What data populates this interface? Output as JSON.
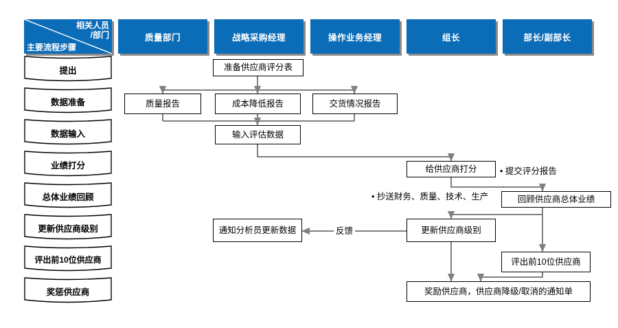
{
  "header": {
    "corner": {
      "top_right": "相关人员\n/部门",
      "bottom_left": "主要流程步骤"
    },
    "lanes": [
      {
        "label": "质量部门"
      },
      {
        "label": "战略采购经理"
      },
      {
        "label": "操作业务经理"
      },
      {
        "label": "组长"
      },
      {
        "label": "部长/副部长"
      }
    ],
    "accent_color": "#0B6CB8",
    "shadow_color": "#8A8A8A"
  },
  "steps": [
    {
      "label": "提出"
    },
    {
      "label": "数据准备"
    },
    {
      "label": "数据输入"
    },
    {
      "label": "业绩打分"
    },
    {
      "label": "总体业绩回顾"
    },
    {
      "label": "更新供应商级别"
    },
    {
      "label": "评出前10位供应商"
    },
    {
      "label": "奖惩供应商"
    }
  ],
  "nodes": [
    {
      "id": "prepare_form",
      "label": "准备供应商评分表"
    },
    {
      "id": "quality_report",
      "label": "质量报告"
    },
    {
      "id": "cost_report",
      "label": "成本降低报告"
    },
    {
      "id": "delivery_report",
      "label": "交货情况报告"
    },
    {
      "id": "input_data",
      "label": "输入评估数据"
    },
    {
      "id": "score_supplier",
      "label": "给供应商打分"
    },
    {
      "id": "review_overall",
      "label": "回顾供应商总体业绩"
    },
    {
      "id": "notify_analyst",
      "label": "通知分析员更新数据"
    },
    {
      "id": "update_grade",
      "label": "更新供应商级别"
    },
    {
      "id": "top10",
      "label": "评出前10位供应商"
    },
    {
      "id": "award_notice",
      "label": "奖励供应商，供应商降级/取消的通知单"
    }
  ],
  "annotations": [
    {
      "id": "ann_submit",
      "text": "• 提交评分报告"
    },
    {
      "id": "ann_copy",
      "text": "• 抄送财务、质量、技术、生产"
    }
  ],
  "edge_labels": [
    {
      "id": "lbl_feedback",
      "text": "反馈"
    }
  ],
  "style": {
    "connector_color": "#808080",
    "box_border_color": "#000000",
    "text_color": "#000000"
  }
}
